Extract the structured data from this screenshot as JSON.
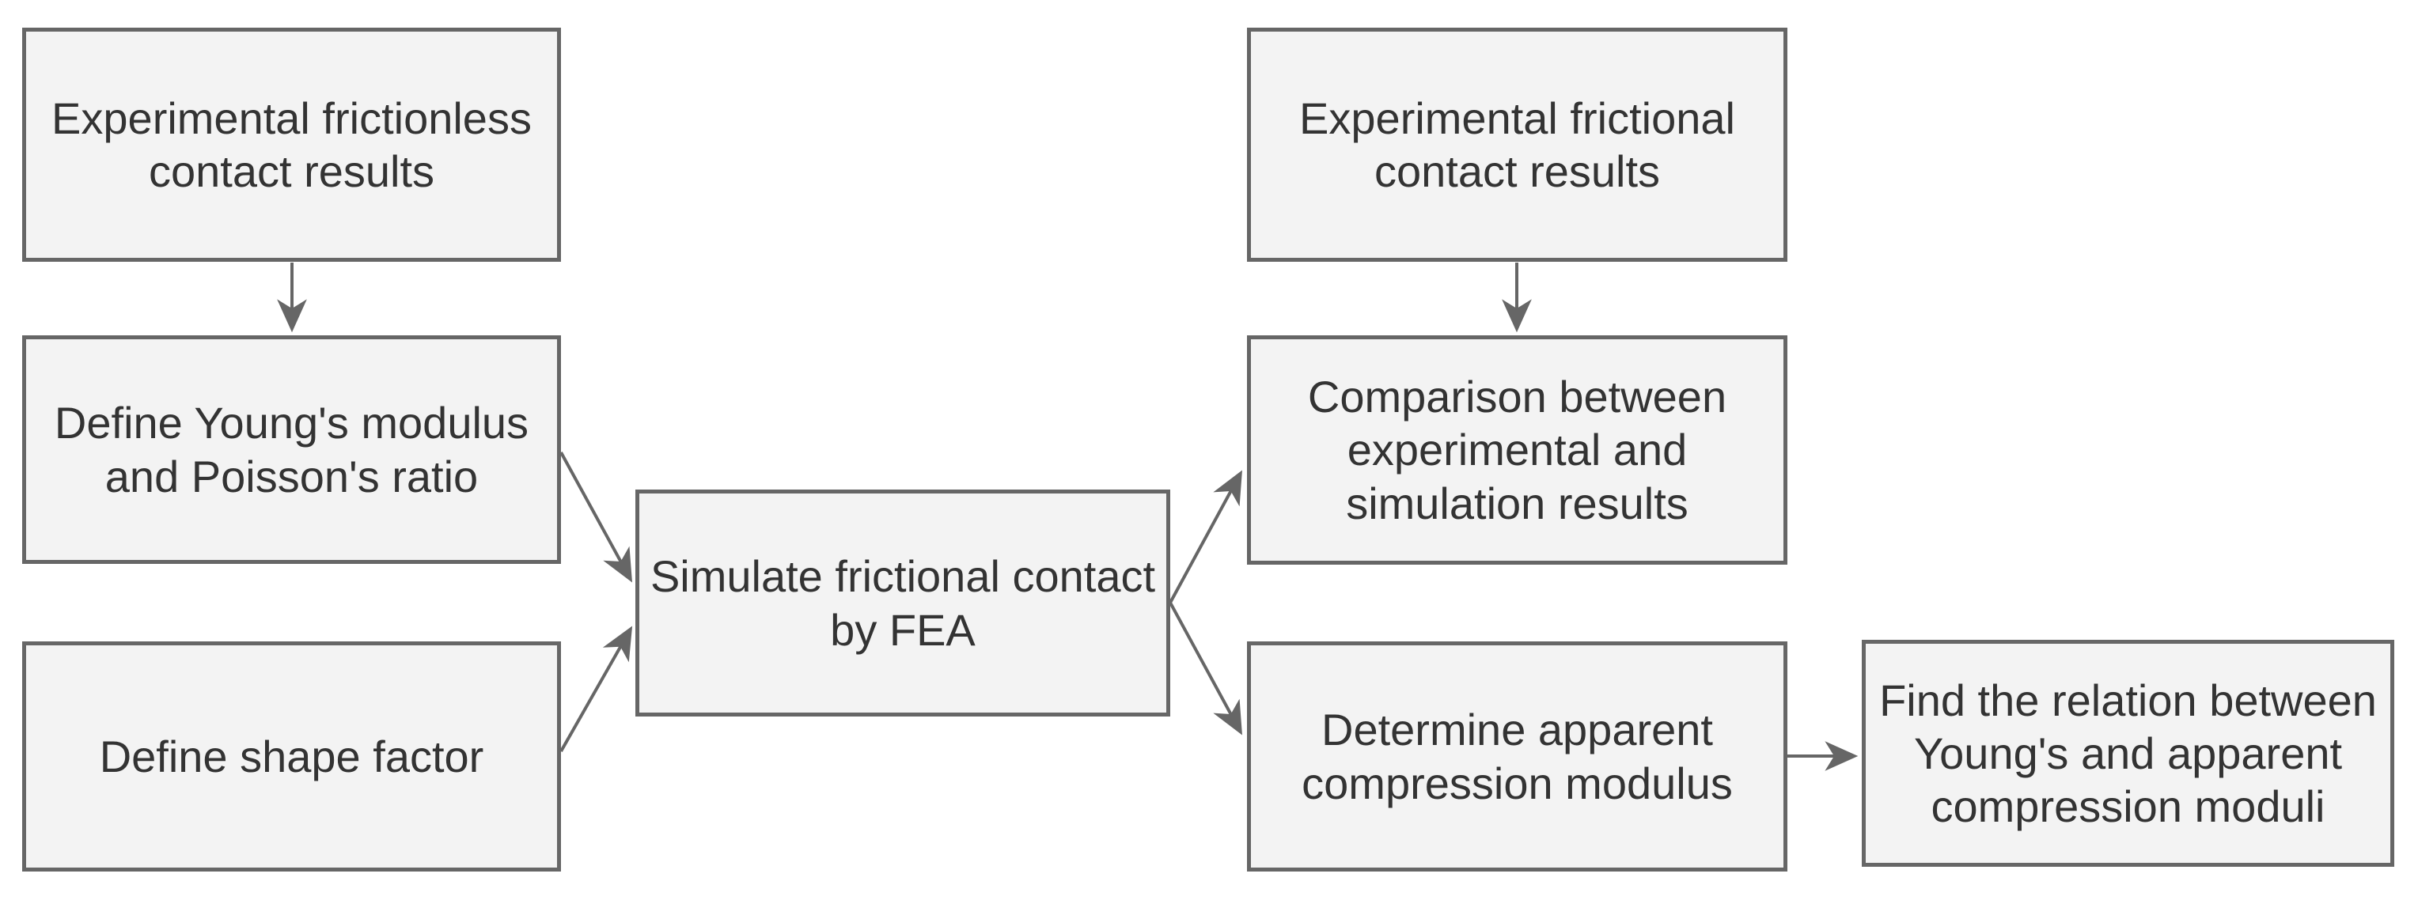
{
  "diagram": {
    "type": "flowchart",
    "background_color": "#ffffff",
    "colors": {
      "box_fill": "#f3f3f3",
      "box_border": "#666666",
      "text": "#333333",
      "arrow": "#666666"
    },
    "nodes": [
      {
        "id": "experimental-frictionless",
        "label": "Experimental frictionless\ncontact results"
      },
      {
        "id": "define-youngs-modulus",
        "label": "Define Young's modulus\nand Poisson's ratio"
      },
      {
        "id": "define-shape-factor",
        "label": "Define shape factor"
      },
      {
        "id": "simulate-fea",
        "label": "Simulate frictional contact\nby FEA"
      },
      {
        "id": "experimental-frictional",
        "label": "Experimental frictional\ncontact results"
      },
      {
        "id": "comparison-results",
        "label": "Comparison between\nexperimental and\nsimulation results"
      },
      {
        "id": "determine-apparent-modulus",
        "label": "Determine apparent\ncompression modulus"
      },
      {
        "id": "find-relation-moduli",
        "label": "Find the relation between\nYoung's and apparent\ncompression moduli"
      }
    ],
    "edges": [
      {
        "from": "experimental-frictionless",
        "to": "define-youngs-modulus"
      },
      {
        "from": "define-youngs-modulus",
        "to": "simulate-fea"
      },
      {
        "from": "define-shape-factor",
        "to": "simulate-fea"
      },
      {
        "from": "experimental-frictional",
        "to": "comparison-results"
      },
      {
        "from": "simulate-fea",
        "to": "comparison-results"
      },
      {
        "from": "simulate-fea",
        "to": "determine-apparent-modulus"
      },
      {
        "from": "determine-apparent-modulus",
        "to": "find-relation-moduli"
      }
    ]
  }
}
